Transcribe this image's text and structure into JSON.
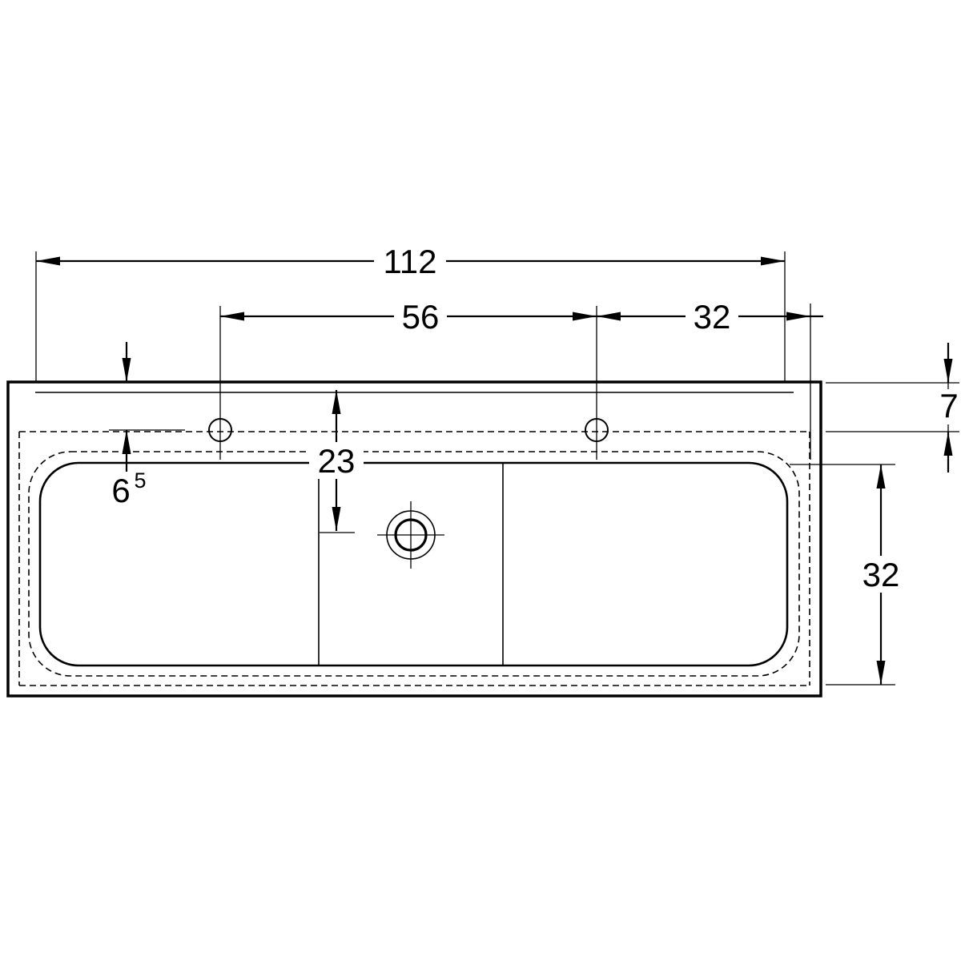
{
  "drawing": {
    "type": "technical-dimension-drawing",
    "subject": "double-washbasin-top-view",
    "colors": {
      "line": "#000000",
      "background": "#ffffff"
    },
    "dimensions": {
      "overall_width": "112",
      "tap_hole_spacing": "56",
      "tap_to_right_edge": "32",
      "rear_ledge_depth": "7",
      "drain_center_offset": "23",
      "tap_offset_int": "6",
      "tap_offset_sup": "5",
      "bowl_depth": "32"
    }
  }
}
